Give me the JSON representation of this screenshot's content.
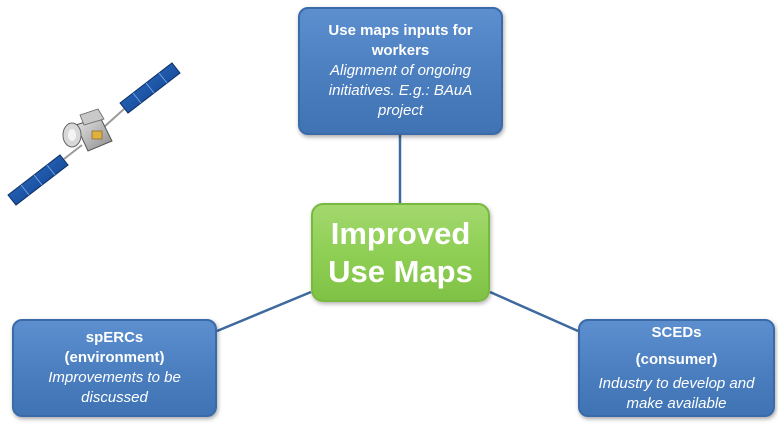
{
  "center": {
    "line1": "Improved",
    "line2": "Use Maps"
  },
  "top_node": {
    "title": "Use maps inputs for workers",
    "description": "Alignment of ongoing initiatives. E.g.: BAuA project"
  },
  "left_node": {
    "title_line1": "spERCs",
    "title_line2": "(environment)",
    "description": "Improvements to be discussed"
  },
  "right_node": {
    "title_line1": "SCEDs",
    "title_line2": "(consumer)",
    "description": "Industry to develop and make available"
  },
  "colors": {
    "node_blue": "#4a7ebf",
    "center_green": "#8fcf55",
    "connector": "#3f6aa0"
  },
  "icons": {
    "satellite": "satellite-icon"
  }
}
